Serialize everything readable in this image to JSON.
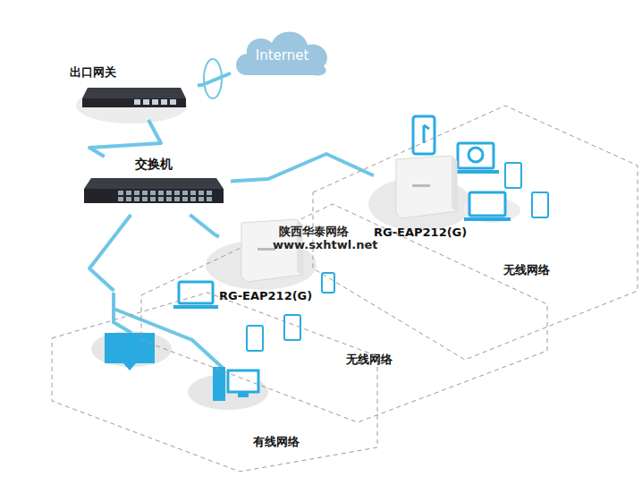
{
  "diagram": {
    "nodes": [
      {
        "text": [
          "Internet"
        ]
      },
      {
        "text": [
          "出口网关"
        ]
      },
      {
        "text": [
          "交换机"
        ]
      },
      {
        "text": [
          "无线网络"
        ]
      },
      {
        "text": [
          "RG-EAP212(G)"
        ],
        "in": 3
      },
      {
        "text": [
          "无线网络"
        ]
      },
      {
        "text": [
          "RG-EAP212(G)"
        ],
        "in": 5
      },
      {
        "text": [
          "有线网络"
        ]
      }
    ],
    "edges": [
      {
        "from": 1,
        "to": 0,
        "arrow": "none"
      },
      {
        "from": 1,
        "to": 2,
        "arrow": "none"
      },
      {
        "from": 2,
        "to": 4,
        "arrow": "none"
      },
      {
        "from": 2,
        "to": 6,
        "arrow": "none"
      },
      {
        "from": 2,
        "to": 7,
        "arrow": "none"
      }
    ],
    "labels": [
      "陕西华泰网络",
      "www.sxhtwl.net"
    ]
  }
}
